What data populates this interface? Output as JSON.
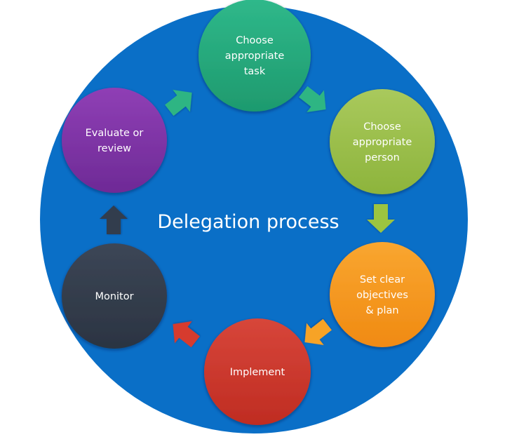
{
  "diagram": {
    "title": "Delegation process",
    "background_color": "#0a6fc7",
    "title_color": "#e9f6ff",
    "nodes": [
      {
        "id": "choose-task",
        "lines": [
          "Choose",
          "appropriate",
          "task"
        ],
        "color_top": "#2fb88a",
        "color_bottom": "#1e9a6e",
        "text_color": "#e8fff5"
      },
      {
        "id": "choose-person",
        "lines": [
          "Choose",
          "appropriate",
          "person"
        ],
        "color_top": "#a9c95c",
        "color_bottom": "#8db43c",
        "text_color": "#f4ffe0"
      },
      {
        "id": "set-objectives",
        "lines": [
          "Set clear",
          "objectives",
          "& plan"
        ],
        "color_top": "#f9a630",
        "color_bottom": "#f08a12",
        "text_color": "#fff6e0"
      },
      {
        "id": "implement",
        "lines": [
          "Implement"
        ],
        "color_top": "#d7463a",
        "color_bottom": "#bf2c22",
        "text_color": "#ffecea"
      },
      {
        "id": "monitor",
        "lines": [
          "Monitor"
        ],
        "color_top": "#3c4656",
        "color_bottom": "#2b3442",
        "text_color": "#eef2f6"
      },
      {
        "id": "evaluate",
        "lines": [
          "Evaluate or",
          "review"
        ],
        "color_top": "#8f3fb5",
        "color_bottom": "#6e2a96",
        "text_color": "#f5e6ff"
      }
    ],
    "arrows": [
      {
        "from": "evaluate",
        "to": "choose-task",
        "color": "#2db583"
      },
      {
        "from": "choose-task",
        "to": "choose-person",
        "color": "#2db583"
      },
      {
        "from": "choose-person",
        "to": "set-objectives",
        "color": "#9cc43f"
      },
      {
        "from": "set-objectives",
        "to": "implement",
        "color": "#f7a325"
      },
      {
        "from": "implement",
        "to": "monitor",
        "color": "#d63a2e"
      },
      {
        "from": "monitor",
        "to": "evaluate",
        "color": "#323d4d"
      }
    ]
  }
}
